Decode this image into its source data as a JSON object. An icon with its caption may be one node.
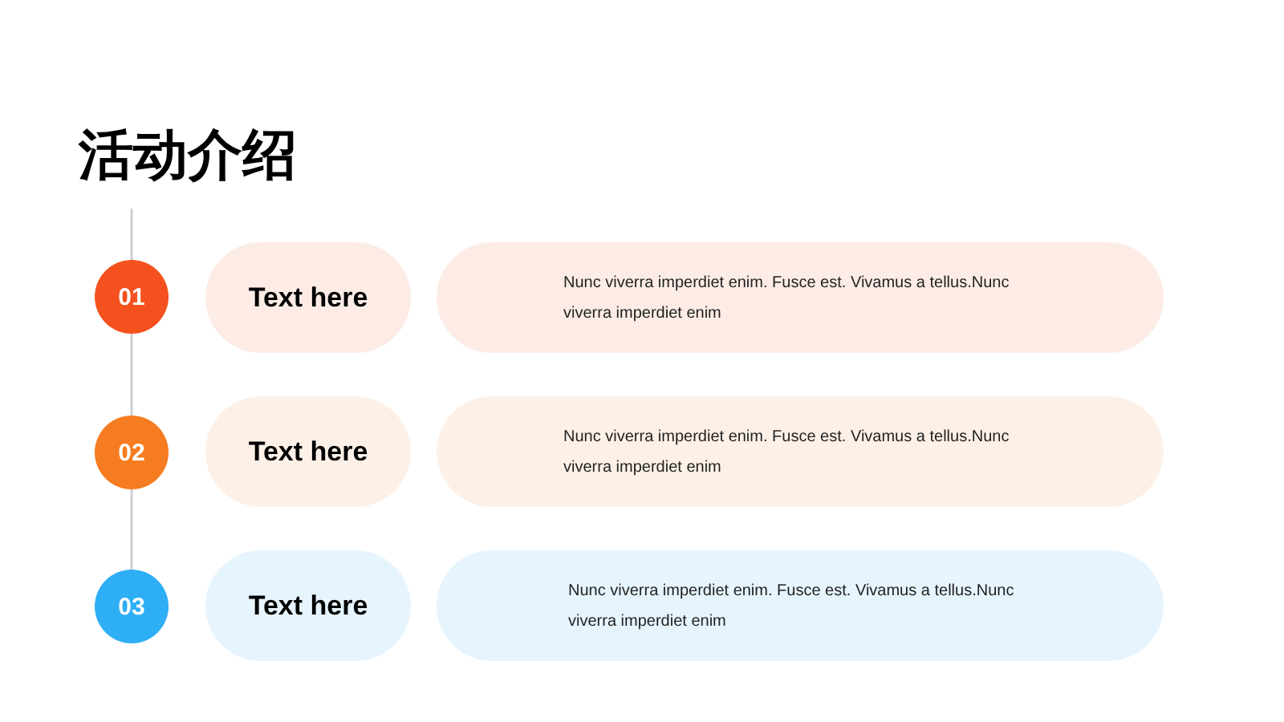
{
  "diagram": {
    "title": "活动介绍",
    "nodes": [
      {
        "text": [
          "01"
        ]
      },
      {
        "text": [
          "Text here"
        ]
      },
      {
        "text": [
          "Nunc viverra imperdiet enim. Fusce est. Vivamus a tellus.Nunc viverra imperdiet enim"
        ]
      },
      {
        "text": [
          "02"
        ]
      },
      {
        "text": [
          "Text here"
        ]
      },
      {
        "text": [
          "Nunc viverra imperdiet enim. Fusce est. Vivamus a tellus.Nunc viverra imperdiet enim"
        ]
      },
      {
        "text": [
          "03"
        ]
      },
      {
        "text": [
          "Text here"
        ]
      },
      {
        "text": [
          "Nunc viverra imperdiet enim. Fusce est. Vivamus a tellus.Nunc viverra imperdiet enim"
        ]
      }
    ],
    "edges": [
      {
        "from": null,
        "to": 0,
        "arrow": "none"
      },
      {
        "from": 0,
        "to": 3,
        "arrow": "none"
      },
      {
        "from": 3,
        "to": 6,
        "arrow": "none"
      }
    ]
  }
}
